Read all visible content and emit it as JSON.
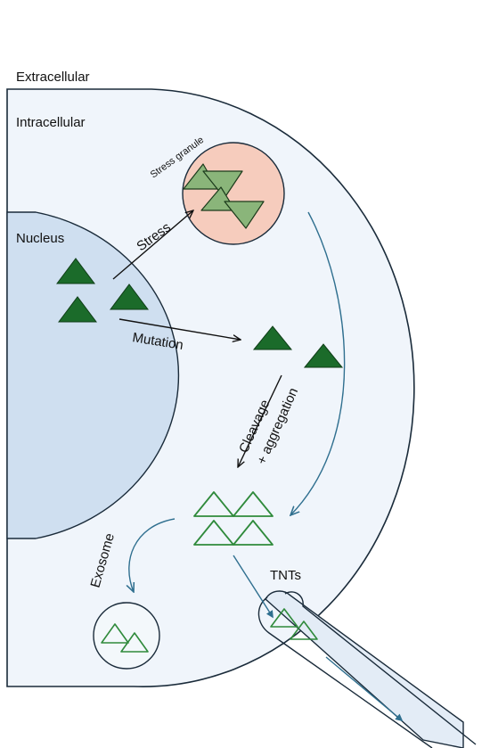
{
  "labels": {
    "extracellular": "Extracellular",
    "intracellular": "Intracellular",
    "nucleus": "Nucleus",
    "stress_granule": "Stress granule",
    "stress": "Stress",
    "mutation": "Mutation",
    "cleavage": "Cleavage",
    "aggregation": "+ aggregation",
    "exosome": "Exosome",
    "tnts": "TNTs"
  },
  "colors": {
    "cytoplasm": "#f0f5fb",
    "nucleus": "#cfdff0",
    "stress_granule": "#f6ccbd",
    "protein_dark": "#1b6b2a",
    "protein_light": "#8ab57a",
    "aggregate_outline": "#2f8a3b",
    "transport_arrow": "#2f6f8f",
    "black_arrow": "#111111"
  }
}
